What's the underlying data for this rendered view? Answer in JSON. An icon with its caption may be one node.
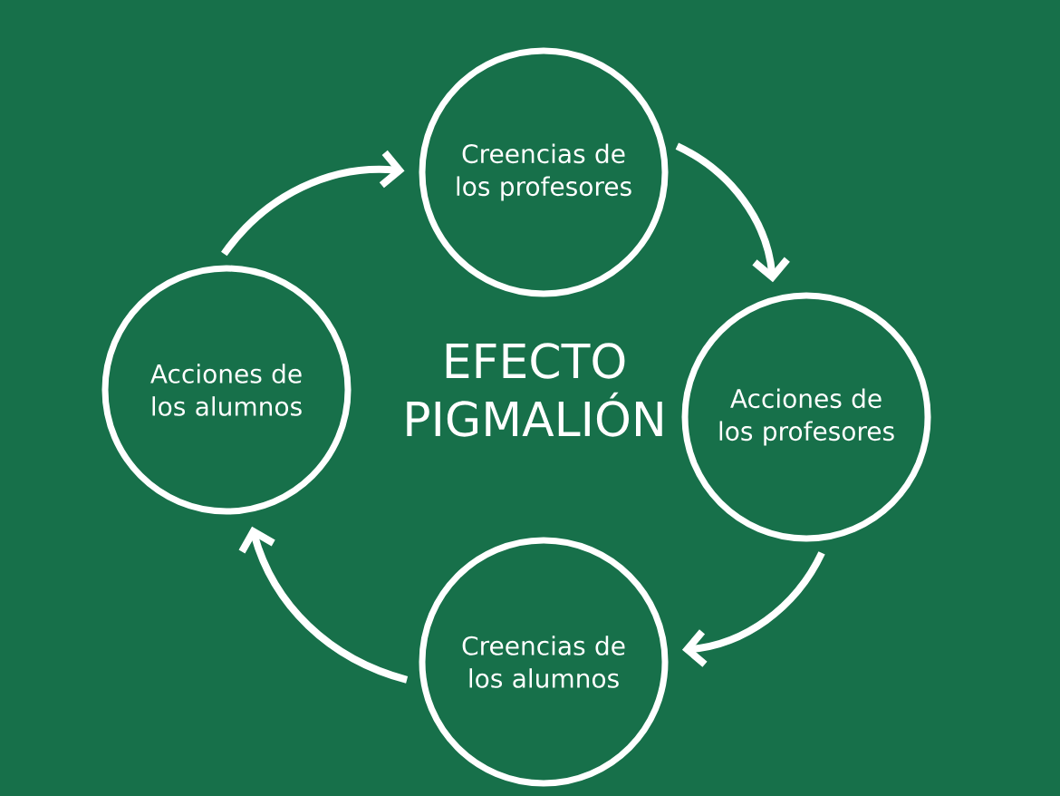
{
  "diagram": {
    "title": "EFECTO PIGMALIÓN",
    "nodes": [
      {
        "text": [
          "Creencias de los profesores"
        ]
      },
      {
        "text": [
          "Acciones de los profesores"
        ]
      },
      {
        "text": [
          "Creencias de los alumnos"
        ]
      },
      {
        "text": [
          "Acciones de los alumnos"
        ]
      }
    ],
    "edges": [
      {
        "from": 0,
        "to": 1,
        "arrow": "to"
      },
      {
        "from": 1,
        "to": 2,
        "arrow": "to"
      },
      {
        "from": 2,
        "to": 3,
        "arrow": "to"
      },
      {
        "from": 3,
        "to": 0,
        "arrow": "to"
      }
    ]
  }
}
